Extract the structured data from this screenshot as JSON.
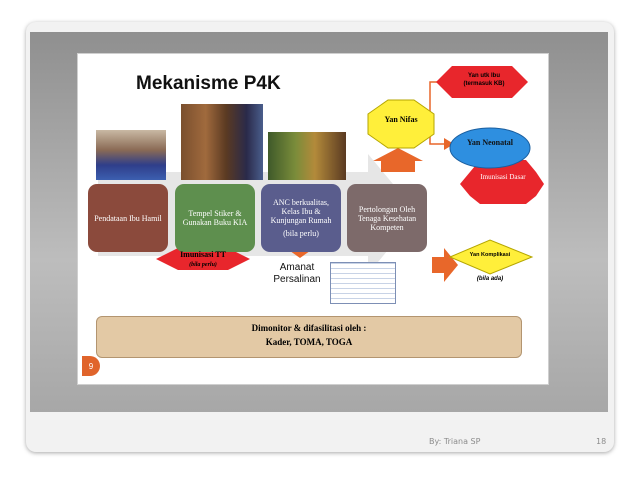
{
  "slide": {
    "title": "Mekanisme P4K",
    "slide_number": "9",
    "footer_author": "By: Triana SP",
    "footer_page": "18"
  },
  "steps": [
    {
      "label": "Pendataan Ibu Hamil",
      "color": "#8b4a3c"
    },
    {
      "label": "Tempel Stiker & Gunakan Buku KIA",
      "color": "#5e8f4e"
    },
    {
      "label": "ANC berkualitas, Kelas Ibu & Kunjungan Rumah",
      "note": "(bila perlu)",
      "color": "#5a5d8d"
    },
    {
      "label": "Pertolongan Oleh Tenaga Kesehatan Kompeten",
      "color": "#7d6a6a"
    }
  ],
  "callouts": {
    "imunisasi_tt": {
      "title": "Imunisasi TT",
      "note": "(bila perlu)"
    },
    "amanat": "Amanat Persalinan",
    "yan_nifas": "Yan Nifas",
    "yan_neonatal": "Yan Neonatal",
    "imunisasi_dasar": "Imunisasi Dasar",
    "yan_kb": {
      "title": "Yan utk Ibu",
      "note": "(termasuk KB)"
    },
    "yan_komplikasi": {
      "title": "Yan Komplikasi",
      "note": "(bila ada)"
    }
  },
  "monitor": {
    "line1": "Dimonitor & difasilitasi oleh :",
    "line2": "Kader, TOMA, TOGA"
  },
  "colors": {
    "accent_red": "#e8262c",
    "accent_yellow": "#ffef3a",
    "arrow_orange": "#e8672a",
    "neonatal_blue": "#2e8fe0",
    "monitor_tan": "#e3c9a5"
  }
}
